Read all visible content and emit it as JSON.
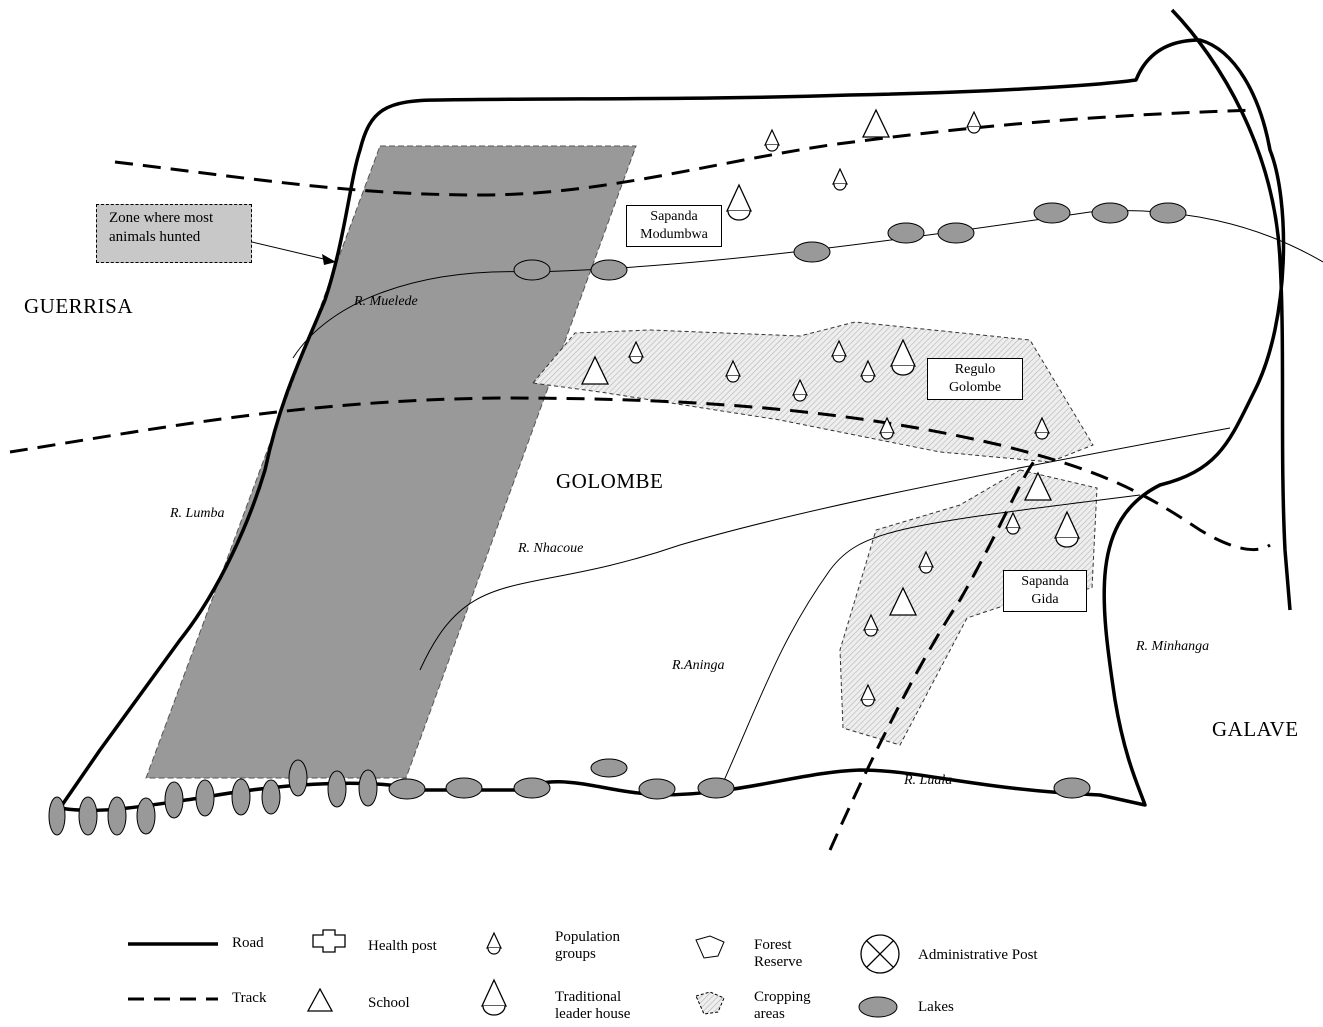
{
  "regions": {
    "guerrisa": "GUERRISA",
    "golombe": "GOLOMBE",
    "galave": "GALAVE"
  },
  "rivers": {
    "muelede": "R. Muelede",
    "lumba": "R. Lumba",
    "nhacoue": "R. Nhacoue",
    "aninga": "R.Aninga",
    "minhanga": "R. Minhanga",
    "luala": "R. Luala"
  },
  "places": {
    "sapanda_modumbwa": [
      "Sapanda",
      "Modumbwa"
    ],
    "regulo_golombe": [
      "Regulo",
      "Golombe"
    ],
    "sapanda_gida": [
      "Sapanda",
      "Gida"
    ]
  },
  "callout": {
    "line1": "Zone where most",
    "line2": "animals hunted"
  },
  "legend": {
    "road": "Road",
    "track": "Track",
    "health_post": "Health post",
    "school": "School",
    "population_groups": [
      "Population",
      "groups"
    ],
    "traditional_leader_house": [
      "Traditional",
      "leader house"
    ],
    "forest_reserve": [
      "Forest",
      "Reserve"
    ],
    "cropping_areas": [
      "Cropping",
      "areas"
    ],
    "administrative_post": "Administrative Post",
    "lakes": "Lakes"
  },
  "colors": {
    "hunting_zone": "#999999",
    "lake_fill": "#999999",
    "callout_fill": "#c8c8c8",
    "cropping_fill": "#e6e6e6"
  }
}
